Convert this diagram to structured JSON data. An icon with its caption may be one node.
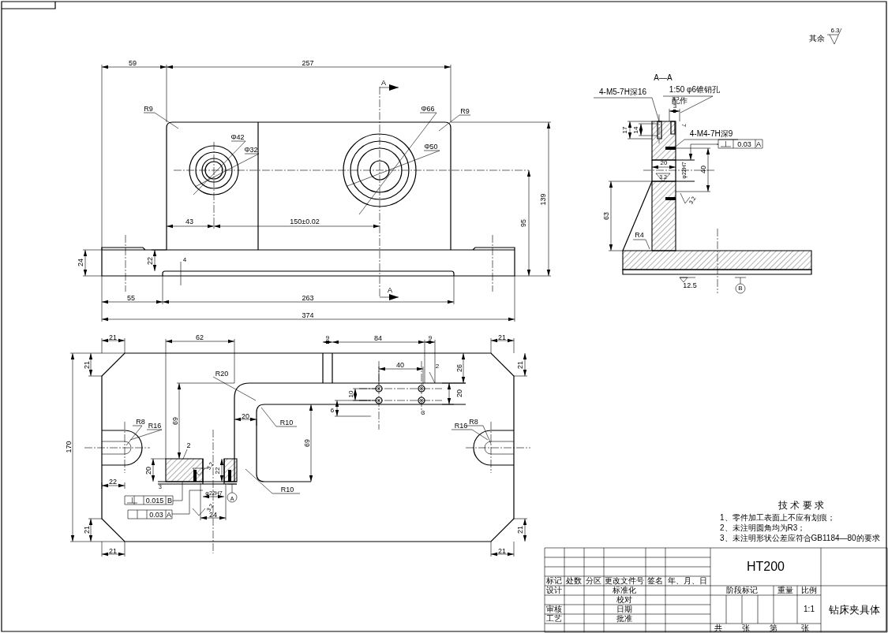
{
  "diagram": {
    "labels": [
      "其余",
      "6.3",
      "59",
      "257",
      "A",
      "R9",
      "Φ66",
      "R9",
      "Φ42",
      "Φ32",
      "Φ50",
      "43",
      "150±0.02",
      "139",
      "95",
      "24",
      "22",
      "4",
      "A",
      "55",
      "263",
      "374",
      "A—A",
      "4-M5-7H深16",
      "1:50 φ6锥销孔",
      "配作",
      "3",
      "17",
      "14",
      "7",
      "4-M4-7H深9",
      "0.03",
      "A",
      "20",
      "3.2",
      "φ22H7",
      "40",
      "3.2",
      "63",
      "R4",
      "12.5",
      "B",
      "21",
      "62",
      "9",
      "84",
      "9",
      "21",
      "21",
      "40",
      "2",
      "26",
      "21",
      "R20",
      "10",
      "20",
      "6",
      "3",
      "20",
      "R10",
      "69",
      "69",
      "R8",
      "R16",
      "R16",
      "R8",
      "170",
      "2",
      "20",
      "22",
      "3.2",
      "22",
      "3",
      "R10",
      "φ22H7",
      "0.015",
      "B",
      "0.03",
      "A",
      "3.2",
      "24",
      "A",
      "21",
      "21",
      "21",
      "21",
      "技 术 要 求",
      "1、零件加工表面上不应有划痕；",
      "2、未注明圆角均为R3；",
      "3、未注明形状公差应符合GB1184—80的要求",
      "HT200",
      "标记",
      "处数",
      "分区",
      "更改文件号",
      "签名",
      "年、月、日",
      "设计",
      "标准化",
      "校对",
      "审核",
      "日期",
      "工艺",
      "批准",
      "阶段标记",
      "重量",
      "比例",
      "1:1",
      "共",
      "张",
      "第",
      "张",
      "钻床夹具体"
    ]
  }
}
